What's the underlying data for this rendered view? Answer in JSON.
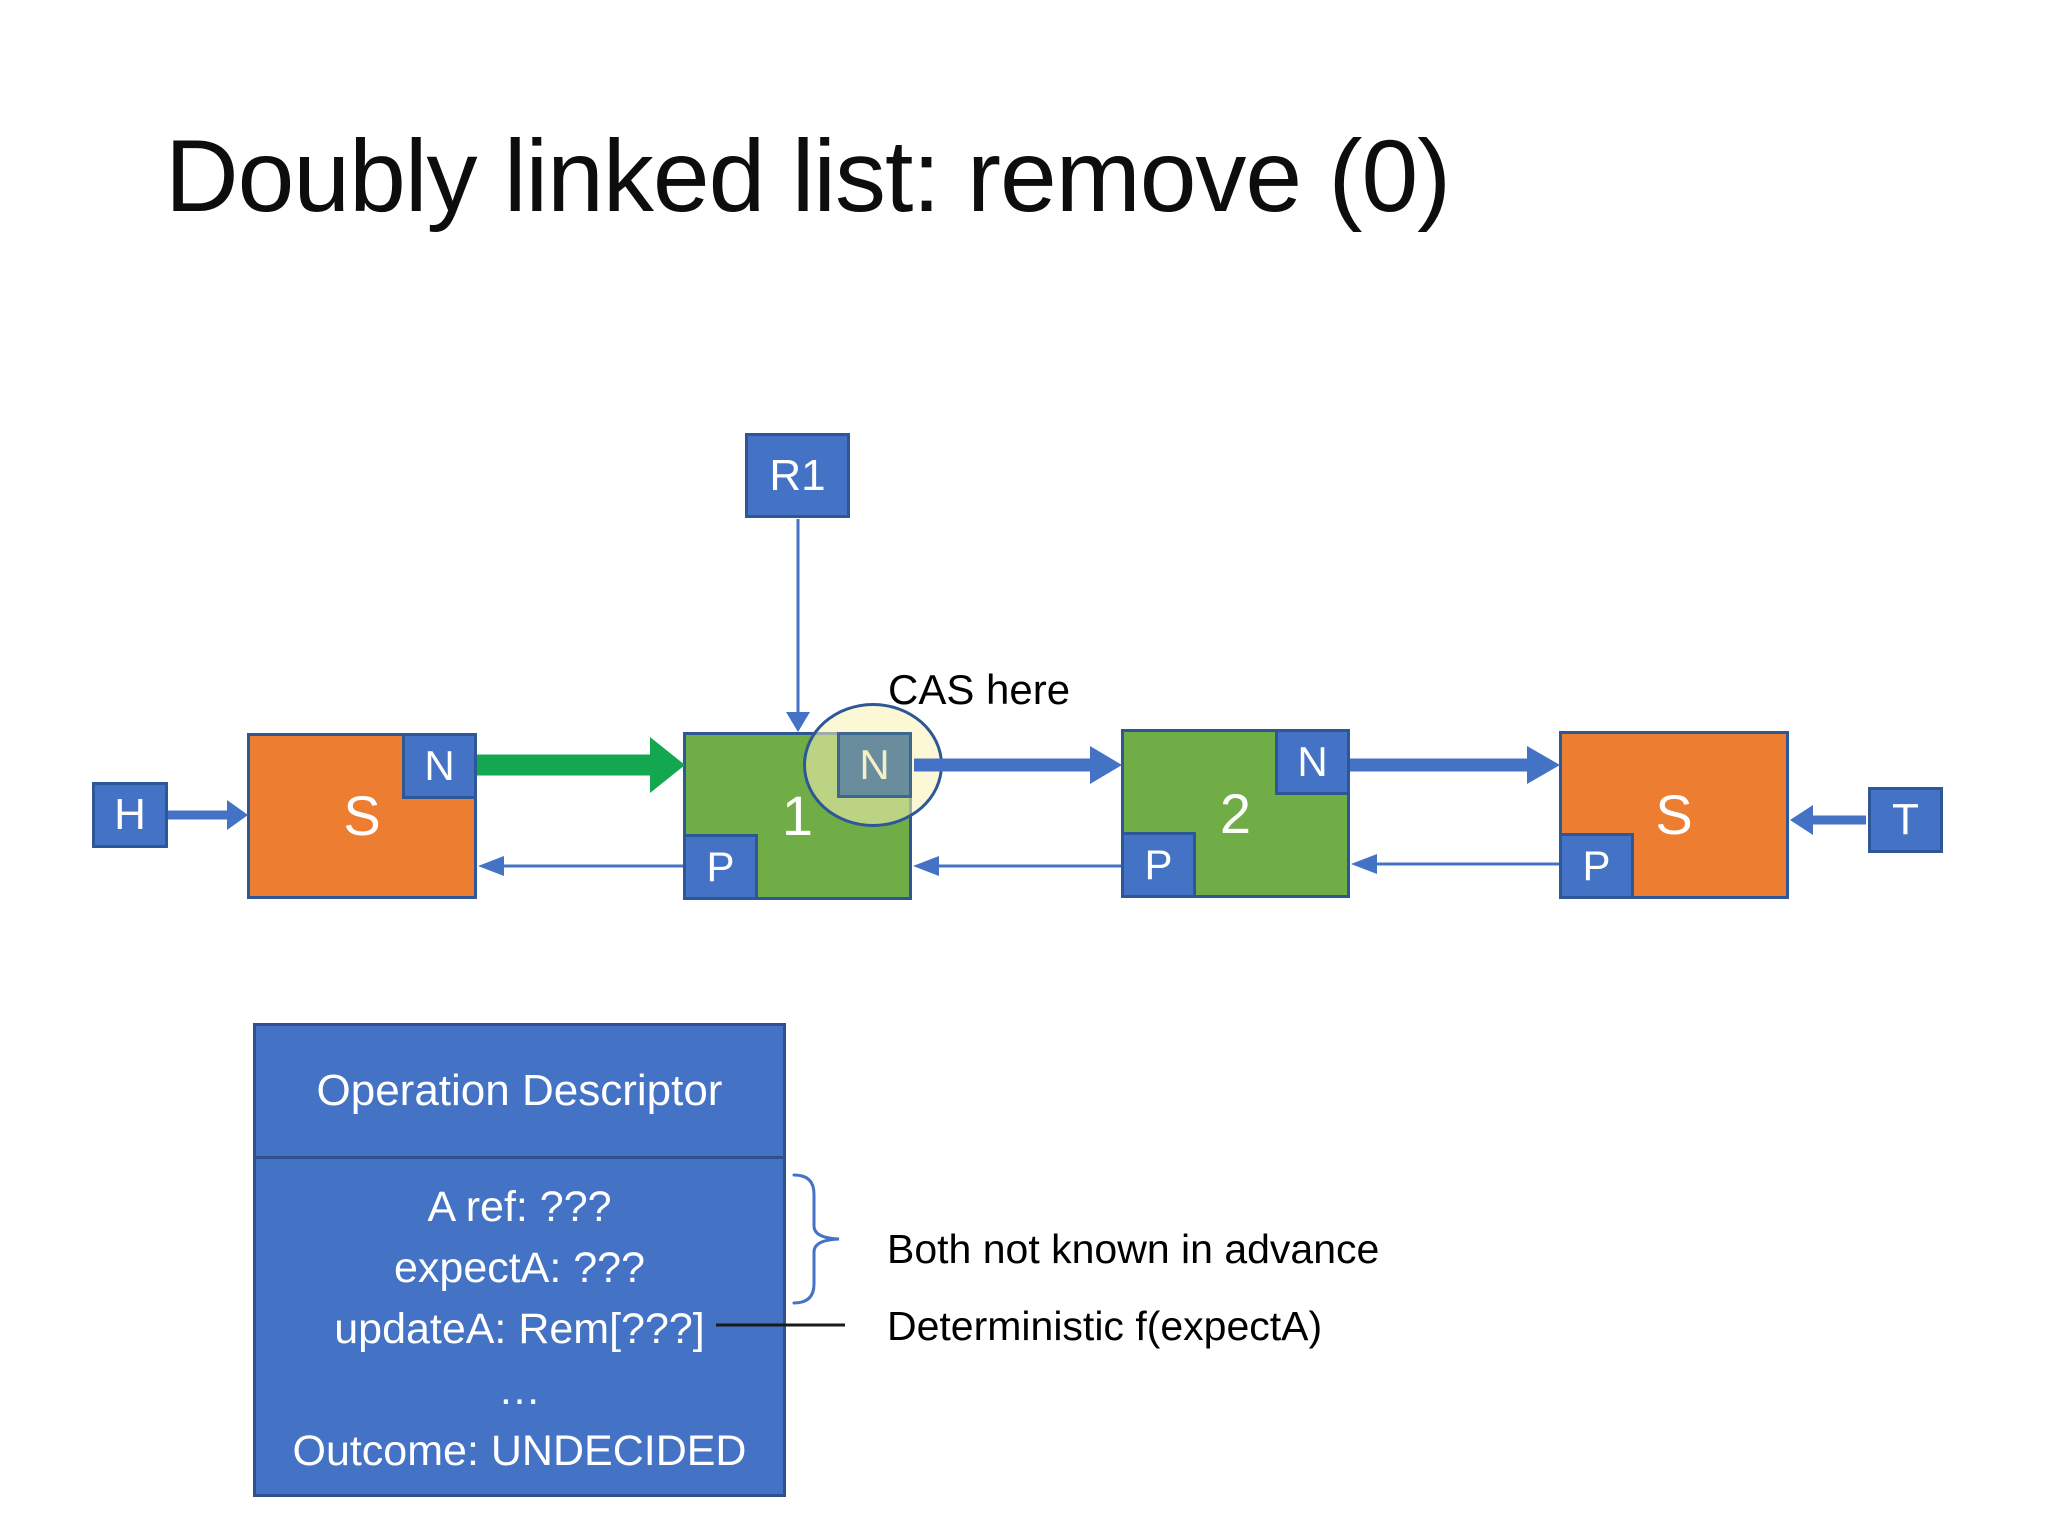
{
  "title": "Doubly linked list: remove (0)",
  "diagram": {
    "reader_box": "R1",
    "cas_label": "CAS here",
    "head_box": "H",
    "tail_box": "T",
    "nodes": [
      {
        "value": "S",
        "next": "N"
      },
      {
        "value": "1",
        "next": "N",
        "prev": "P"
      },
      {
        "value": "2",
        "next": "N",
        "prev": "P"
      },
      {
        "value": "S",
        "prev": "P"
      }
    ]
  },
  "descriptor": {
    "title": "Operation Descriptor",
    "rows": [
      "A ref: ???",
      "expectA: ???",
      "updateA: Rem[???]",
      "…",
      "Outcome: UNDECIDED"
    ]
  },
  "notes": {
    "brace_note": "Both not known in advance",
    "update_note": "Deterministic f(expectA)"
  },
  "colors": {
    "box_blue": "#4472C4",
    "node_green": "#70AD47",
    "node_orange": "#ED7D31",
    "border_navy": "#2E5797",
    "arrow_blue": "#4472C4",
    "arrow_green": "#13A850",
    "highlight_yellow": "#FAF3B4"
  }
}
